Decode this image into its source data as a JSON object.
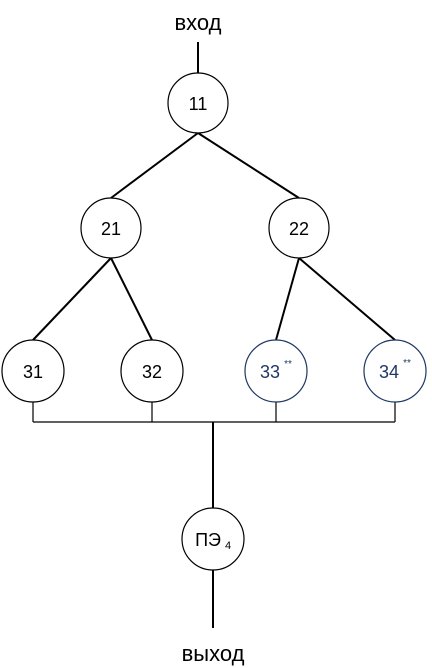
{
  "labels": {
    "input": "вход",
    "output": "выход"
  },
  "nodes": {
    "n11": {
      "text": "11",
      "sup": ""
    },
    "n21": {
      "text": "21",
      "sup": ""
    },
    "n22": {
      "text": "22",
      "sup": ""
    },
    "n31": {
      "text": "31",
      "sup": ""
    },
    "n32": {
      "text": "32",
      "sup": ""
    },
    "n33": {
      "text": "33",
      "sup": "**"
    },
    "n34": {
      "text": "34",
      "sup": "**"
    },
    "pe": {
      "text": "ПЭ",
      "sub": "4"
    }
  },
  "colors": {
    "line": "#000000",
    "node_default": "#000000",
    "node_highlight": "#1f3864"
  }
}
